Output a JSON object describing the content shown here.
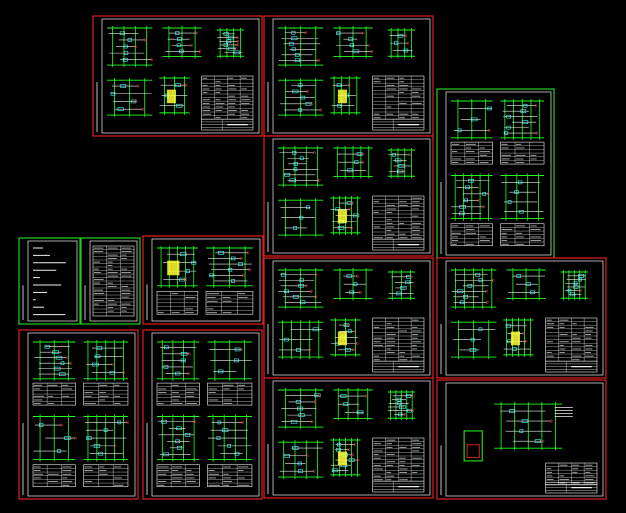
{
  "colors": {
    "background": "#000000",
    "sheet_border_red": "#e02020",
    "sheet_border_green": "#20d020",
    "wire_green": "#22ff22",
    "line_white": "#f0f0f0",
    "cyan": "#40ffff",
    "yellow_fill": "#ffff33",
    "red": "#ff3030"
  },
  "sheets": [
    {
      "id": "s01",
      "border": "red"
    },
    {
      "id": "s02",
      "border": "red"
    },
    {
      "id": "s03",
      "border": "red"
    },
    {
      "id": "s04",
      "border": "green"
    },
    {
      "id": "s05",
      "border": "green"
    },
    {
      "id": "s06",
      "border": "green"
    },
    {
      "id": "s07",
      "border": "red"
    },
    {
      "id": "s08",
      "border": "red"
    },
    {
      "id": "s09",
      "border": "red"
    },
    {
      "id": "s10",
      "border": "red"
    },
    {
      "id": "s11",
      "border": "red"
    },
    {
      "id": "s12",
      "border": "red"
    },
    {
      "id": "s13",
      "border": "red"
    }
  ]
}
